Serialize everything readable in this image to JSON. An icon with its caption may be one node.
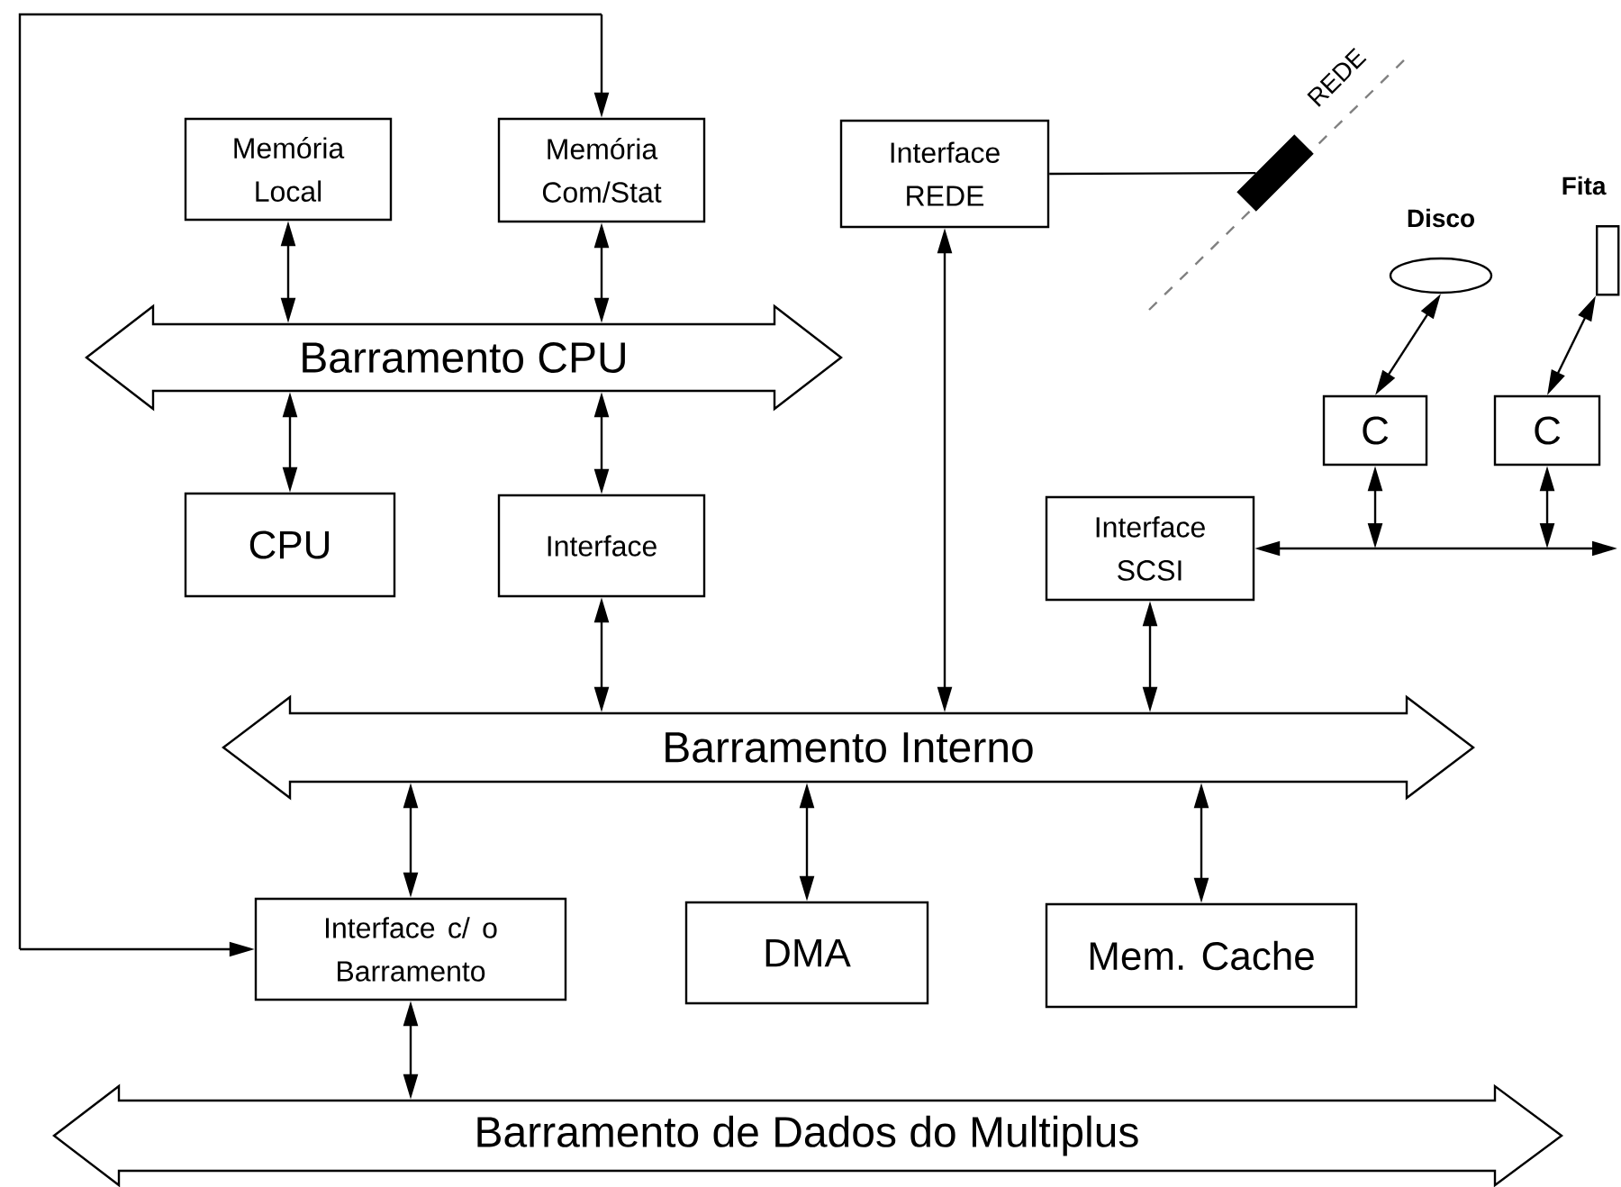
{
  "diagram": {
    "nodes": [
      {
        "text": [
          "Memória Local"
        ]
      },
      {
        "text": [
          "Memória Com/Stat"
        ]
      },
      {
        "text": [
          "Interface REDE"
        ]
      },
      {
        "text": [
          "Barramento CPU"
        ]
      },
      {
        "text": [
          "CPU"
        ]
      },
      {
        "text": [
          "Interface"
        ]
      },
      {
        "text": [
          "Interface SCSI"
        ]
      },
      {
        "text": [
          "Barramento Interno"
        ]
      },
      {
        "text": [
          "Interface c/ o Barramento"
        ]
      },
      {
        "text": [
          "DMA"
        ]
      },
      {
        "text": [
          "Mem. Cache"
        ]
      },
      {
        "text": [
          "Barramento de Dados do Multiplus"
        ]
      },
      {
        "text": [],
        "shape": "box"
      },
      {
        "text": [
          "Disco"
        ]
      },
      {
        "text": [
          "Fita"
        ]
      },
      {
        "text": [
          "C"
        ]
      },
      {
        "text": [
          "C"
        ]
      }
    ],
    "edges": [
      {
        "from": 8,
        "to": 1,
        "arrow": "both"
      },
      {
        "from": 0,
        "to": 3,
        "arrow": "both"
      },
      {
        "from": 1,
        "to": 3,
        "arrow": "both"
      },
      {
        "from": 3,
        "to": 4,
        "arrow": "both"
      },
      {
        "from": 3,
        "to": 5,
        "arrow": "both"
      },
      {
        "from": 5,
        "to": 7,
        "arrow": "both"
      },
      {
        "from": 2,
        "to": 7,
        "arrow": "both"
      },
      {
        "from": 6,
        "to": 7,
        "arrow": "both"
      },
      {
        "from": 7,
        "to": 8,
        "arrow": "both"
      },
      {
        "from": 7,
        "to": 9,
        "arrow": "both"
      },
      {
        "from": 7,
        "to": 10,
        "arrow": "both"
      },
      {
        "from": 8,
        "to": 11,
        "arrow": "both"
      },
      {
        "from": 2,
        "to": 12,
        "arrow": "none"
      },
      {
        "from": 15,
        "to": 13,
        "arrow": "both"
      },
      {
        "from": 16,
        "to": 14,
        "arrow": "both"
      },
      {
        "from": 6,
        "to": null,
        "arrow": "both"
      },
      {
        "from": 15,
        "to": null,
        "arrow": "both"
      },
      {
        "from": 16,
        "to": null,
        "arrow": "both"
      }
    ],
    "labels": [
      "REDE"
    ]
  }
}
